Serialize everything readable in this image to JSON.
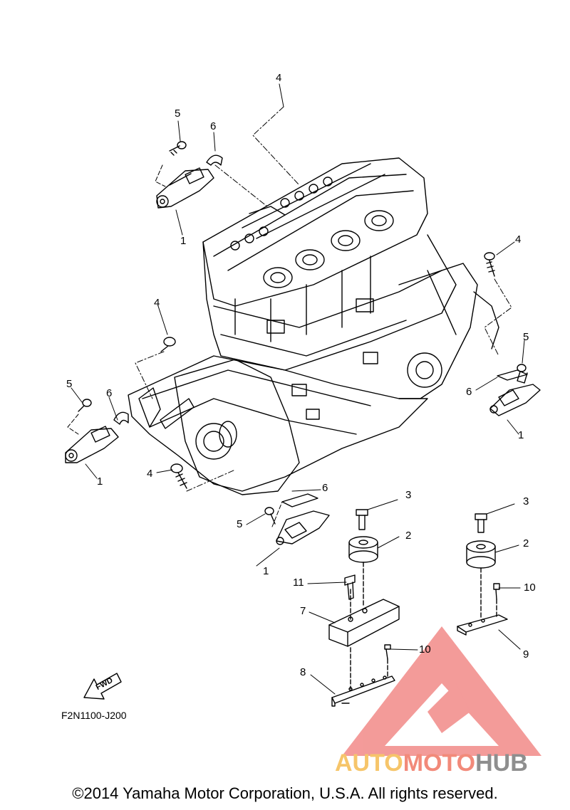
{
  "diagram": {
    "callouts": [
      {
        "id": "c4-top",
        "text": "4"
      },
      {
        "id": "c5-top",
        "text": "5"
      },
      {
        "id": "c6-top",
        "text": "6"
      },
      {
        "id": "c1-top",
        "text": "1"
      },
      {
        "id": "c4-right",
        "text": "4"
      },
      {
        "id": "c4-left",
        "text": "4"
      },
      {
        "id": "c5-right",
        "text": "5"
      },
      {
        "id": "c6-right",
        "text": "6"
      },
      {
        "id": "c1-right",
        "text": "1"
      },
      {
        "id": "c5-left",
        "text": "5"
      },
      {
        "id": "c6-left",
        "text": "6"
      },
      {
        "id": "c1-left",
        "text": "1"
      },
      {
        "id": "c4-lower",
        "text": "4"
      },
      {
        "id": "c6-lower",
        "text": "6"
      },
      {
        "id": "c5-lower",
        "text": "5"
      },
      {
        "id": "c1-lower",
        "text": "1"
      },
      {
        "id": "c3-mid",
        "text": "3"
      },
      {
        "id": "c2-mid",
        "text": "2"
      },
      {
        "id": "c3-right",
        "text": "3"
      },
      {
        "id": "c2-right",
        "text": "2"
      },
      {
        "id": "c11",
        "text": "11"
      },
      {
        "id": "c7",
        "text": "7"
      },
      {
        "id": "c10-right",
        "text": "10"
      },
      {
        "id": "c10-mid",
        "text": "10"
      },
      {
        "id": "c9",
        "text": "9"
      },
      {
        "id": "c8",
        "text": "8"
      }
    ],
    "fwd_label": "FWD",
    "figure_code": "F2N1100-J200",
    "copyright": "©2014 Yamaha Motor Corporation, U.S.A. All rights reserved."
  },
  "watermark": {
    "part_a": "AUTO",
    "part_b": "MOTO",
    "part_c": "HUB",
    "colors": {
      "part_a": "#f6c56a",
      "part_b": "#f28a7a",
      "part_c": "#8e8e8e",
      "triangle": "#f07a78"
    }
  }
}
